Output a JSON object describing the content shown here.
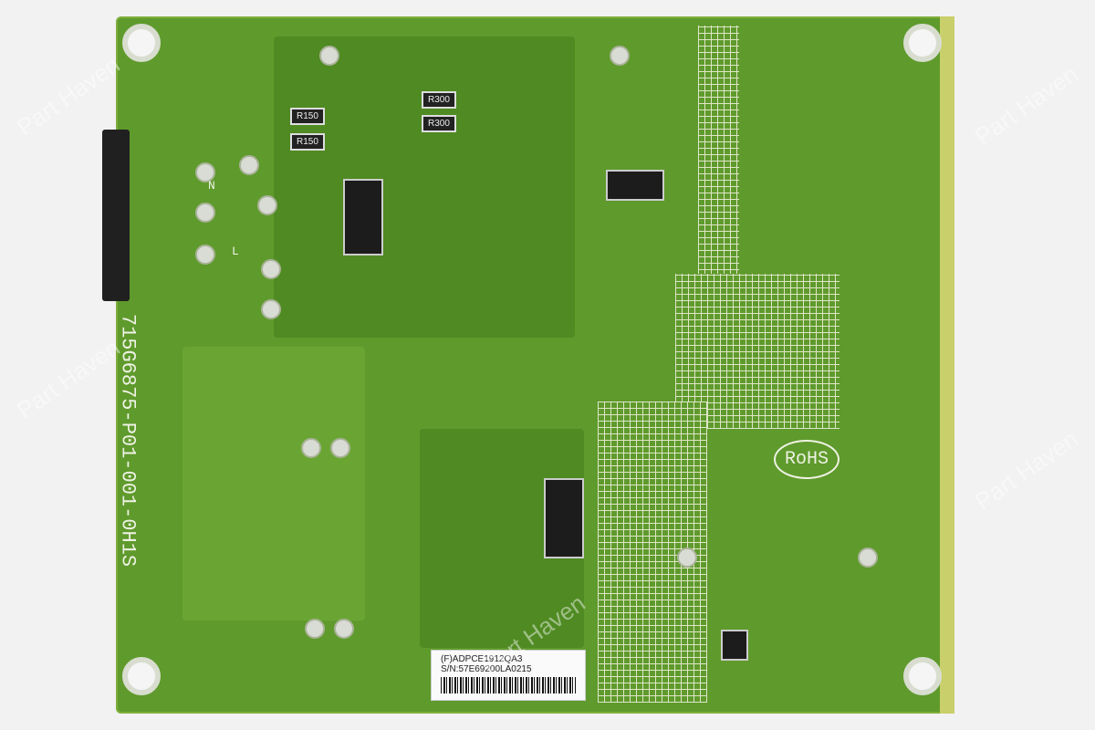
{
  "board": {
    "part_number": "715G6875-P01-001-0H1S",
    "rohs_mark": "RoHS",
    "resistors": [
      "R150",
      "R150",
      "R300",
      "R300"
    ],
    "connector_labels": [
      "N",
      "L"
    ]
  },
  "label": {
    "line1": "(F)ADPCE1912QA3",
    "line2": "S/N:57E69200LA0215"
  },
  "watermark": "Part Haven",
  "colors": {
    "board": "#5f9a2c",
    "silkscreen": "#eef2e4"
  }
}
